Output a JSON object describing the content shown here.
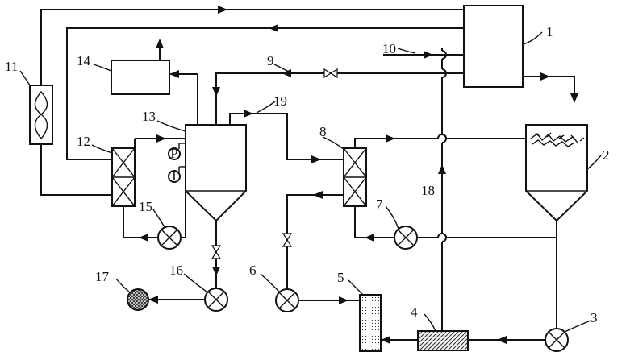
{
  "labels": {
    "n1": "1",
    "n2": "2",
    "n3": "3",
    "n4": "4",
    "n5": "5",
    "n6": "6",
    "n7": "7",
    "n8": "8",
    "n9": "9",
    "n10": "10",
    "n11": "11",
    "n12": "12",
    "n13": "13",
    "n14": "14",
    "n15": "15",
    "n16": "16",
    "n17": "17",
    "n18": "18",
    "n19": "19"
  },
  "gauges": {
    "pressure": "P",
    "temperature": "T"
  }
}
